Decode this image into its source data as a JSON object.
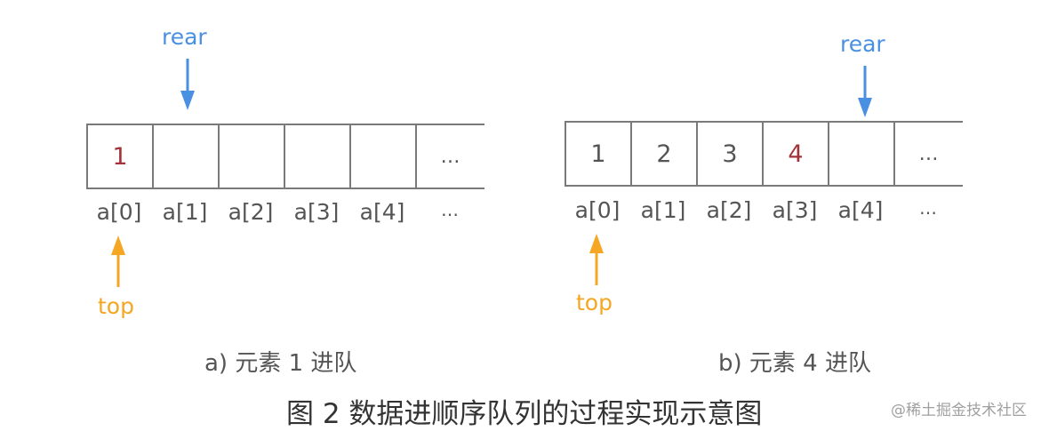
{
  "diagram": {
    "colors": {
      "rear": "#4a90e2",
      "top": "#f5a623",
      "highlight": "#a3333a",
      "border": "#7a7a7a",
      "text": "#555555"
    },
    "panels": [
      {
        "id": "a",
        "cells": [
          "1",
          "",
          "",
          "",
          "",
          "…"
        ],
        "highlight_index": 0,
        "indices": [
          "a[0]",
          "a[1]",
          "a[2]",
          "a[3]",
          "a[4]",
          "…"
        ],
        "rear_label": "rear",
        "rear_at": "a[1]",
        "top_label": "top",
        "top_at": "a[0]",
        "caption": "a) 元素 1 进队"
      },
      {
        "id": "b",
        "cells": [
          "1",
          "2",
          "3",
          "4",
          "",
          "…"
        ],
        "highlight_index": 3,
        "indices": [
          "a[0]",
          "a[1]",
          "a[2]",
          "a[3]",
          "a[4]",
          "…"
        ],
        "rear_label": "rear",
        "rear_at": "a[4]",
        "top_label": "top",
        "top_at": "a[0]",
        "caption": "b) 元素 4 进队"
      }
    ],
    "figure_caption": "图 2 数据进顺序队列的过程实现示意图",
    "watermark": "@稀土掘金技术社区"
  }
}
